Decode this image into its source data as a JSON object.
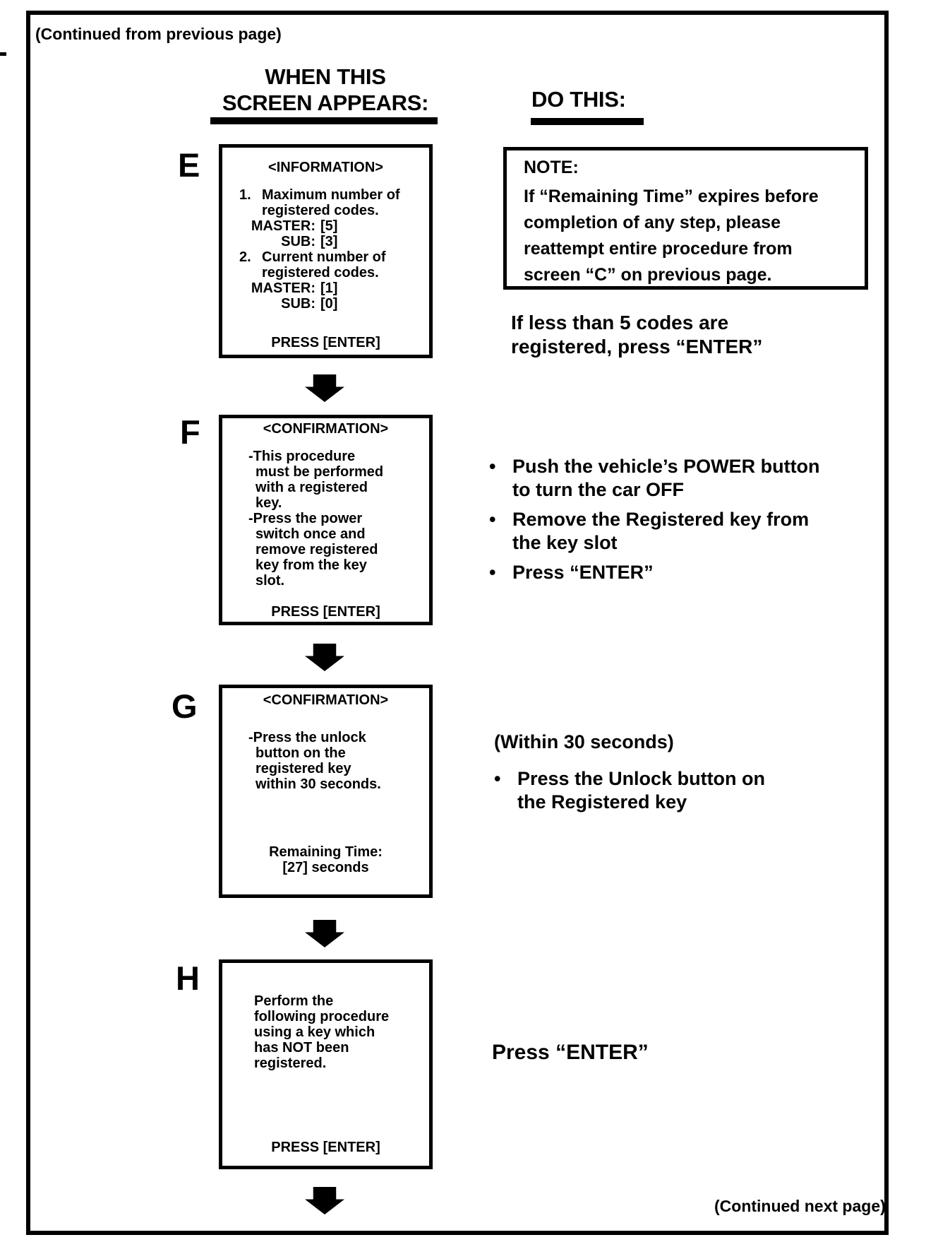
{
  "page": {
    "continued_from": "(Continued from previous page)",
    "continued_next": "(Continued next page)",
    "left_column_header": "WHEN THIS\nSCREEN APPEARS:",
    "right_column_header": "DO THIS:",
    "ink_color": "#000000",
    "paper_color": "#ffffff"
  },
  "screens": {
    "e": {
      "label": "E",
      "title": "<INFORMATION>",
      "items": [
        {
          "num": "1.",
          "text": "Maximum number of\nregistered codes.",
          "rows": [
            {
              "label": "MASTER:",
              "value": "[5]"
            },
            {
              "label": "SUB:",
              "value": "[3]"
            }
          ]
        },
        {
          "num": "2.",
          "text": "Current number of\nregistered codes.",
          "rows": [
            {
              "label": "MASTER:",
              "value": "[1]"
            },
            {
              "label": "SUB:",
              "value": "[0]"
            }
          ]
        }
      ],
      "footer": "PRESS [ENTER]"
    },
    "f": {
      "label": "F",
      "title": "<CONFIRMATION>",
      "items": [
        {
          "text": "-This procedure\nmust be performed\nwith a registered\nkey."
        },
        {
          "text": "-Press the power\nswitch once and\nremove registered\nkey from the key\nslot."
        }
      ],
      "footer": "PRESS [ENTER]"
    },
    "g": {
      "label": "G",
      "title": "<CONFIRMATION>",
      "items": [
        {
          "text": "-Press the unlock\nbutton on the\nregistered key\nwithin 30 seconds."
        }
      ],
      "remaining_time": "Remaining Time:\n[27] seconds"
    },
    "h": {
      "label": "H",
      "body": "Perform the\nfollowing procedure\nusing a key which\nhas NOT been\nregistered.",
      "footer": "PRESS [ENTER]"
    }
  },
  "instructions": {
    "e": {
      "note_title": "NOTE:",
      "note_body": "If “Remaining Time” expires before\ncompletion of any step, please\nreattempt entire procedure from\nscreen “C” on previous page.",
      "text": "If less than 5 codes are\nregistered, press “ENTER”"
    },
    "f": {
      "bullet_char": "•",
      "bullets": [
        "Push the vehicle’s POWER button\nto turn the car OFF",
        "Remove the Registered key from\nthe key slot",
        "Press “ENTER”"
      ]
    },
    "g": {
      "bullet_char": "•",
      "prefix": "(Within 30 seconds)",
      "bullets": [
        "Press the Unlock button on\nthe Registered key"
      ]
    },
    "h": {
      "text": "Press “ENTER”"
    }
  }
}
